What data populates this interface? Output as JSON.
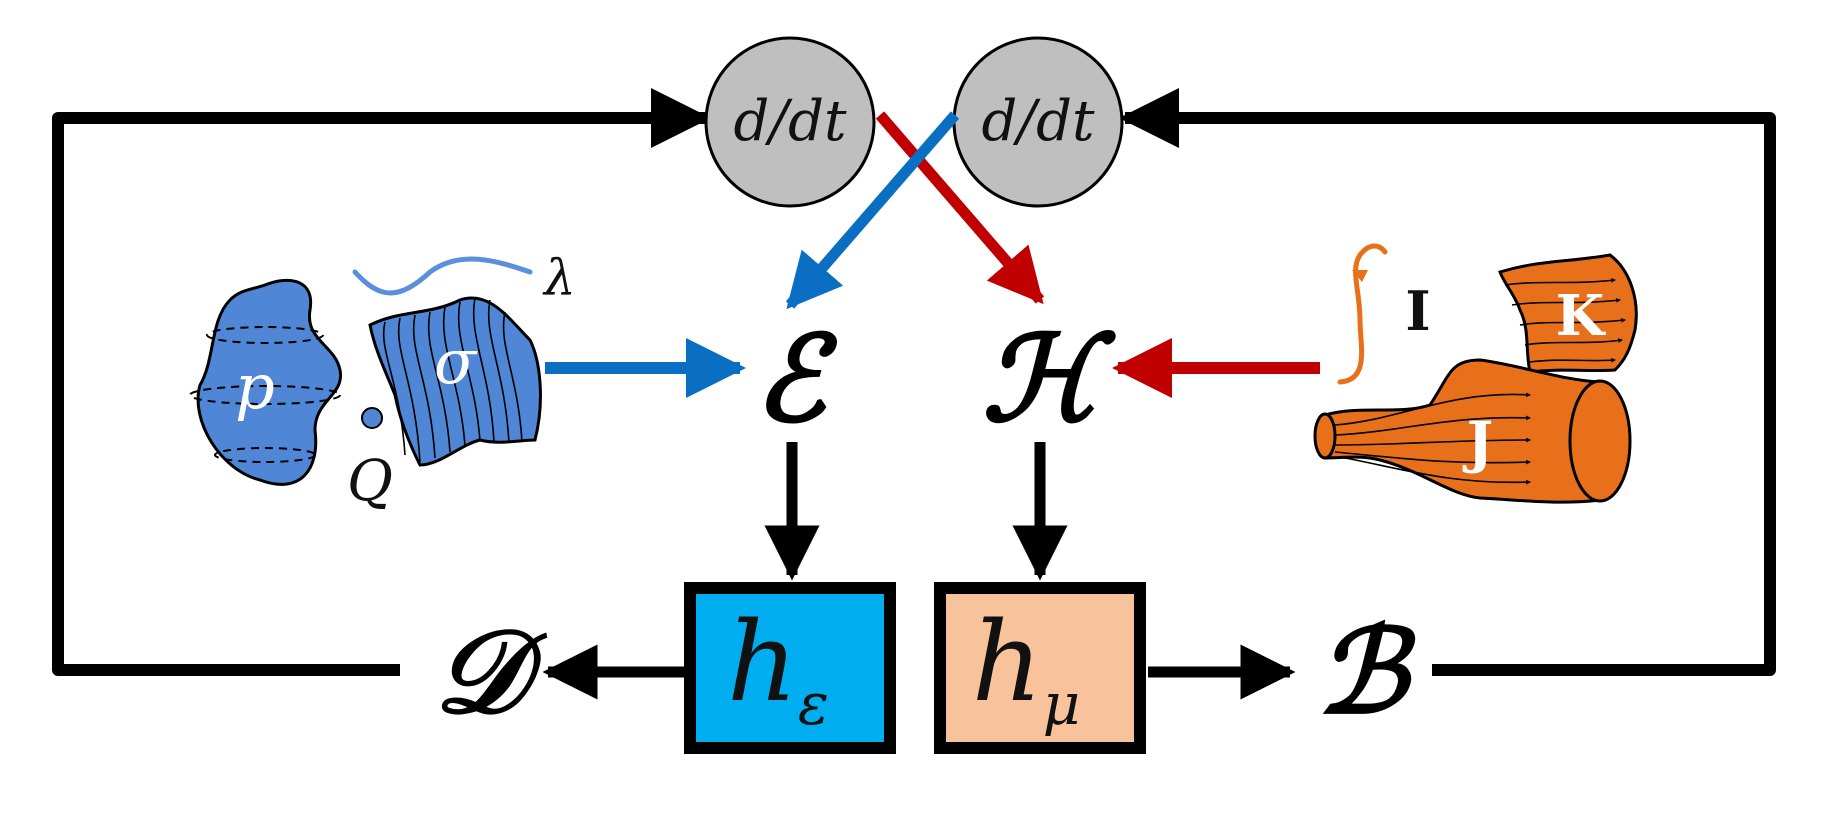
{
  "nodes": {
    "ddt_left": "d/dt",
    "ddt_right": "d/dt",
    "E": "ℰ",
    "H": "ℋ",
    "D": "𝒟",
    "B": "ℬ"
  },
  "boxes": {
    "h_eps": {
      "main": "h",
      "sub": "ε",
      "color": "#00aeef"
    },
    "h_mu": {
      "main": "h",
      "sub": "μ",
      "color": "#f8c39b"
    }
  },
  "sources": {
    "p": "p",
    "sigma": "σ",
    "lambda": "λ",
    "Q": "Q",
    "I": "I",
    "J": "J",
    "K": "K"
  },
  "colors": {
    "blue_arrow": "#0a6fc2",
    "red_arrow": "#c00000",
    "electric_shape": "#4f86d6",
    "magnetic_shape": "#e8701a",
    "circle_fill": "#bfbfbf"
  }
}
